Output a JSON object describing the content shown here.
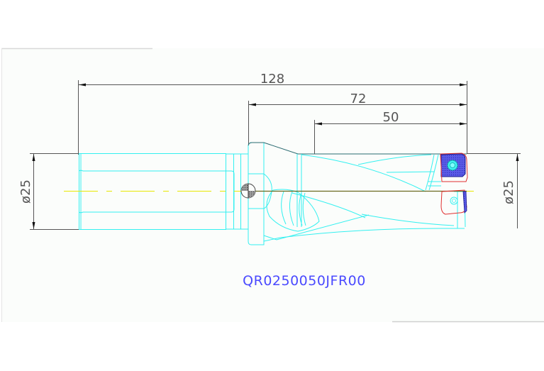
{
  "drawing": {
    "part_number": "QR0250050JFR00",
    "dimensions": {
      "overall_length": "128",
      "body_length": "72",
      "flute_length": "50",
      "shank_diameter": "ø25",
      "cutting_diameter": "ø25"
    },
    "colors": {
      "background": "#fbfdfb",
      "outline": "#00ffff",
      "dimension": "#555555",
      "centerline": "#ffff00",
      "insert_fill": "#6060e0",
      "insert_outline": "#e03030",
      "label": "#4a4aff"
    }
  }
}
